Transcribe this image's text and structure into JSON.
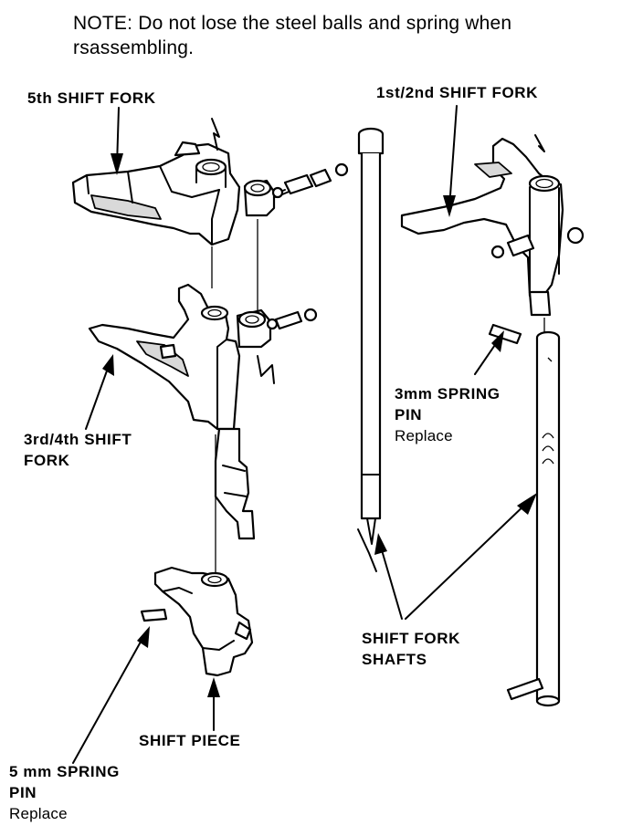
{
  "note": {
    "lead": "NOTE:",
    "text": "Do not lose the steel balls and spring when rsassembling."
  },
  "labels": {
    "fifth_fork": "5th SHIFT FORK",
    "first_second_fork": "1st/2nd SHIFT FORK",
    "third_fourth_fork_line1": "3rd/4th SHIFT",
    "third_fourth_fork_line2": "FORK",
    "spring_pin_3mm_line1": "3mm SPRING",
    "spring_pin_3mm_line2": "PIN",
    "spring_pin_3mm_note": "Replace",
    "shift_fork_shafts_line1": "SHIFT FORK",
    "shift_fork_shafts_line2": "SHAFTS",
    "shift_piece": "SHIFT PIECE",
    "spring_pin_5mm_line1": "5 mm SPRING",
    "spring_pin_5mm_line2": "PIN",
    "spring_pin_5mm_note": "Replace"
  }
}
